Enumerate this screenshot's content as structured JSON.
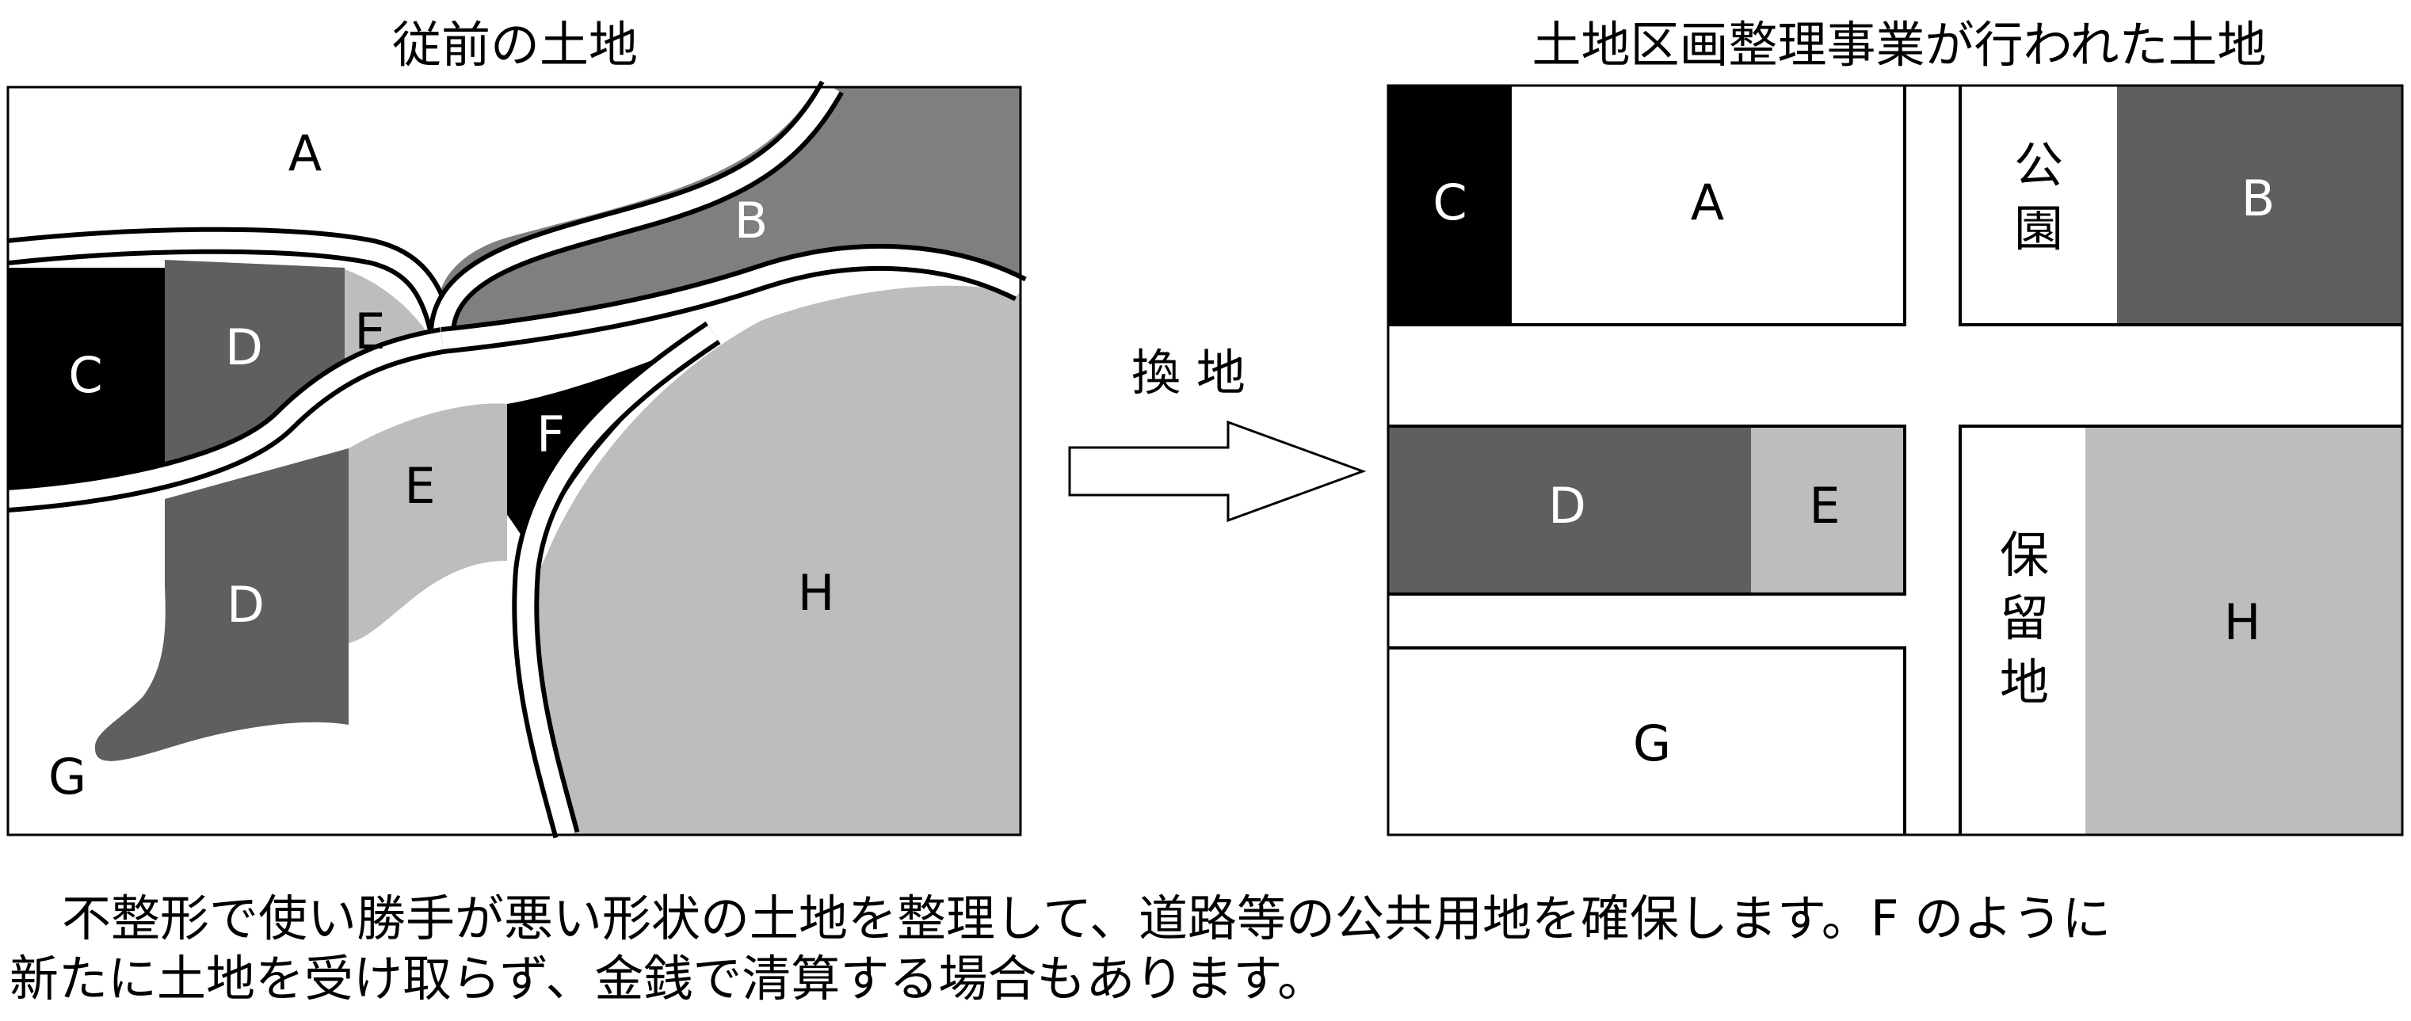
{
  "titles": {
    "before": "従前の土地",
    "after": "土地区画整理事業が行われた土地"
  },
  "arrow_label": "換 地",
  "before_map": {
    "A": "A",
    "B": "B",
    "C": "C",
    "D_upper": "D",
    "E_upper": "E",
    "E_lower": "E",
    "F": "F",
    "D_lower": "D",
    "H": "H",
    "G": "G"
  },
  "after_map": {
    "C": "C",
    "A": "A",
    "park": [
      "公",
      "園"
    ],
    "B": "B",
    "D": "D",
    "E": "E",
    "reserve": [
      "保",
      "留",
      "地"
    ],
    "H": "H",
    "G": "G"
  },
  "caption": {
    "line1": "不整形で使い勝手が悪い形状の土地を整理して、道路等の公共用地を確保します。F のように",
    "line2": "新たに土地を受け取らず、金銭で清算する場合もあります。"
  },
  "colors": {
    "black": "#000000",
    "dark_gray": "#5f5f5f",
    "mid_gray": "#7f7f7f",
    "light_gray": "#bdbdbd",
    "white": "#ffffff"
  }
}
